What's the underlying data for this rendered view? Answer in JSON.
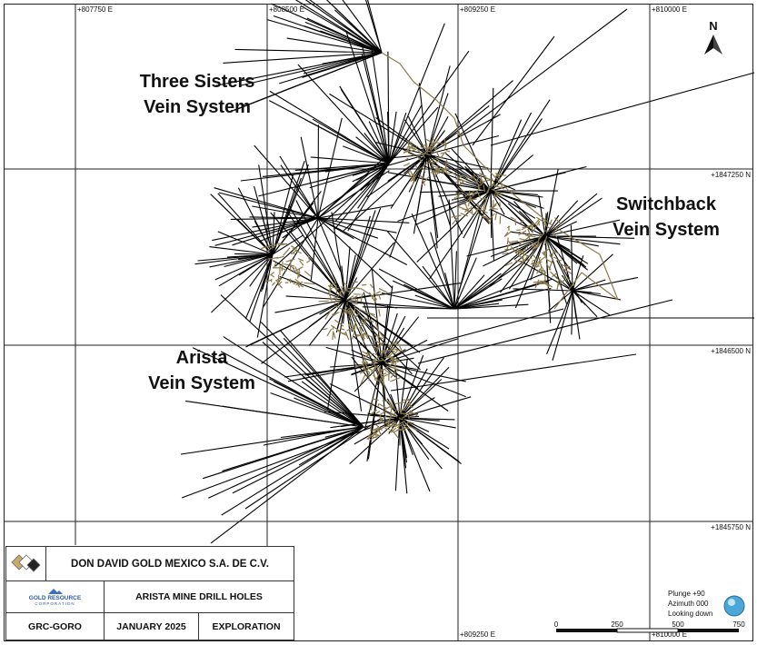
{
  "map": {
    "north_label": "N",
    "easting_labels": [
      "+807750 E",
      "+808500 E",
      "+809250 E",
      "+810000 E"
    ],
    "northing_labels": [
      "+1847250 N",
      "+1846500 N",
      "+1845750 N"
    ],
    "bottom_easting_labels": [
      "+809250 E",
      "+810000 E"
    ],
    "region_labels": {
      "three_sisters_line1": "Three Sisters",
      "three_sisters_line2": "Vein System",
      "switchback_line1": "Switchback",
      "switchback_line2": "Vein System",
      "arista_line1": "Arista",
      "arista_line2": "Vein System"
    },
    "colors": {
      "drill_hole": "#000000",
      "underground_workings": "#8a7a4a",
      "grid": "#222222"
    }
  },
  "title_block": {
    "company": "DON DAVID GOLD MEXICO S.A. DE C.V.",
    "parent_logo_line1": "GOLD RESOURCE",
    "parent_logo_line2": "CORPORATION",
    "title": "ARISTA MINE DRILL HOLES",
    "code": "GRC-GORO",
    "date": "JANUARY 2025",
    "category": "EXPLORATION"
  },
  "view": {
    "plunge": "Plunge +90",
    "azimuth": "Azimuth 000",
    "direction": "Looking down"
  },
  "scale_bar": {
    "ticks": [
      "0",
      "250",
      "500",
      "750"
    ]
  }
}
